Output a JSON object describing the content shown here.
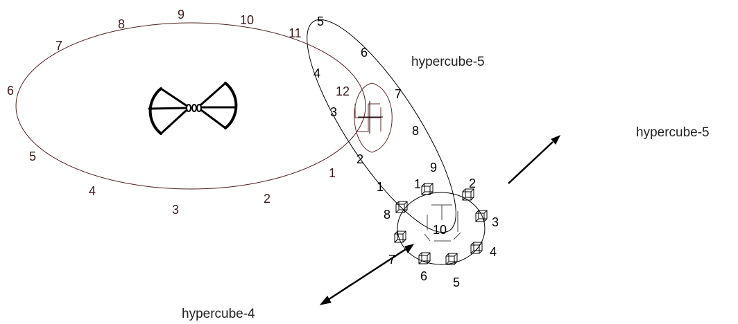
{
  "big_ellipse_labels": [
    "1",
    "2",
    "3",
    "4",
    "5",
    "6",
    "7",
    "8",
    "9",
    "10",
    "11",
    "12"
  ],
  "tilted_ellipse_labels": [
    "1",
    "2",
    "3",
    "4",
    "5",
    "6",
    "7",
    "8",
    "9",
    "10"
  ],
  "circle_labels": [
    "1",
    "2",
    "3",
    "4",
    "5",
    "6",
    "7",
    "8"
  ],
  "titles": {
    "upper": "hypercube-5",
    "right": "hypercube-5",
    "lower": "hypercube-4"
  },
  "colors": {
    "big_ellipse": "#4a1f1f",
    "lines": "#000000"
  }
}
